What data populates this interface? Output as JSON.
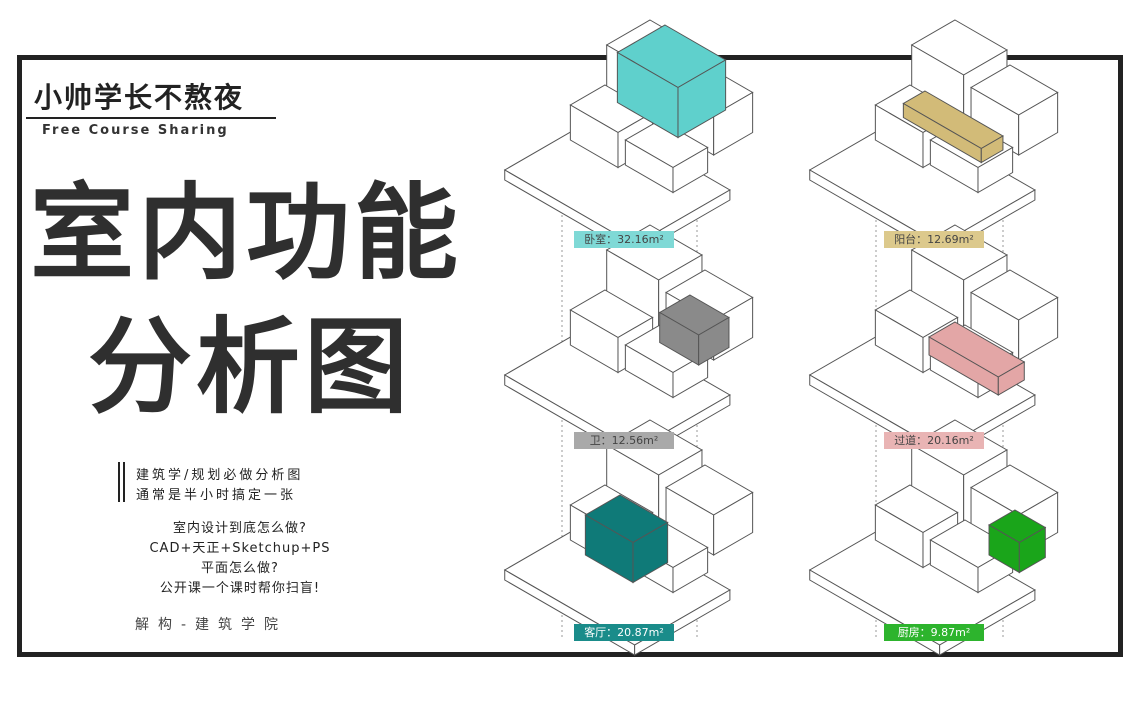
{
  "brand": {
    "name": "小帅学长不熬夜",
    "tagline": "Free Course Sharing"
  },
  "title": {
    "line1": "室内功能",
    "line2": "分析图"
  },
  "intro": {
    "line1": "建筑学/规划必做分析图",
    "line2": "通常是半小时搞定一张"
  },
  "desc": [
    "室内设计到底怎么做?",
    "CAD+天正+Sketchup+PS",
    "平面怎么做?",
    "公开课一个课时帮你扫盲!"
  ],
  "footer": "解构-建筑学院",
  "rooms": [
    {
      "label": "卧室：32.16m²",
      "color": "#7fd9d6",
      "highlight": "#5fd0cc"
    },
    {
      "label": "阳台：12.69m²",
      "color": "#dcc98c",
      "highlight": "#d2bb78"
    },
    {
      "label": "卫：12.56m²",
      "color": "#a9a9a9",
      "highlight": "#8a8a8a"
    },
    {
      "label": "过道：20.16m²",
      "color": "#e9b4b4",
      "highlight": "#e3a6a6"
    },
    {
      "label": "客厅：20.87m²",
      "color": "#1a8c8a",
      "highlight": "#0f7a78"
    },
    {
      "label": "厨房：9.87m²",
      "color": "#2db42d",
      "highlight": "#1aa51a"
    }
  ]
}
